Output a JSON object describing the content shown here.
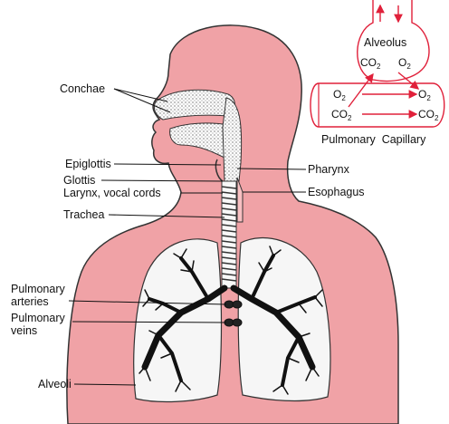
{
  "labels": {
    "conchae": "Conchae",
    "epiglottis": "Epiglottis",
    "glottis": "Glottis",
    "larynx": "Larynx, vocal cords",
    "trachea": "Trachea",
    "pulmonary_arteries": "Pulmonary\narteries",
    "pulmonary_veins": "Pulmonary\nveins",
    "alveoli": "Alveoli",
    "pharynx": "Pharynx",
    "esophagus": "Esophagus",
    "alveolus": "Alveolus",
    "pulmonary_capillary": "Pulmonary  Capillary"
  },
  "gases": {
    "o2_main": "O",
    "o2_sub": "2",
    "co2_main": "CO",
    "co2_sub": "2"
  },
  "colors": {
    "body": "#f0a2a6",
    "outline": "#222222",
    "capillary": "#e0203a"
  }
}
